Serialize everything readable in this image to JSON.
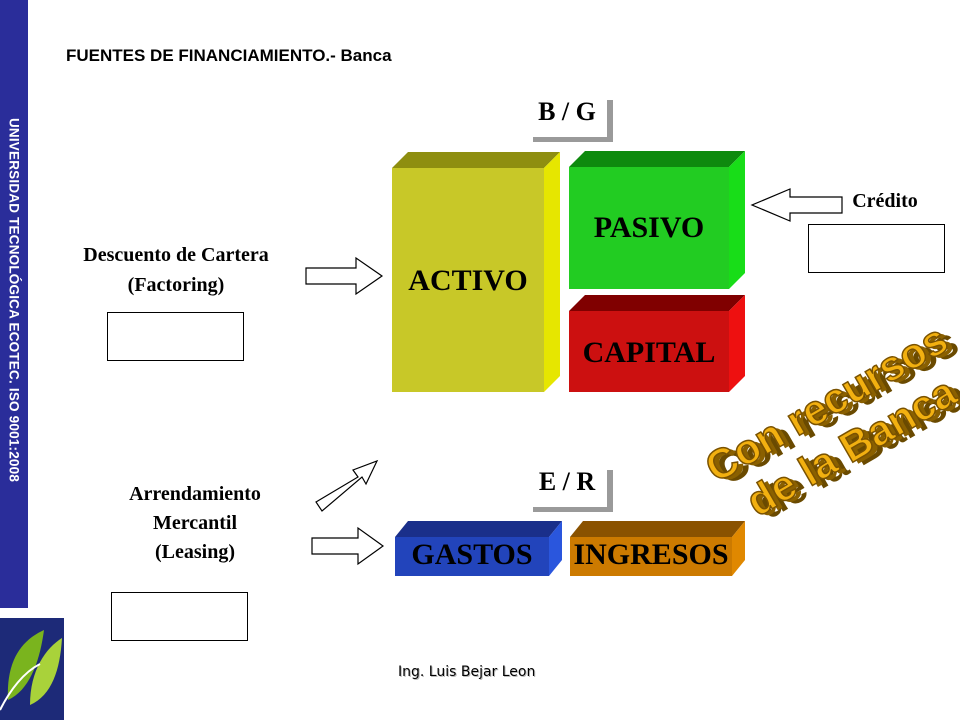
{
  "sidebar": {
    "text": "UNIVERSIDAD TECNOLÓGICA ECOTEC. ISO 9001:2008"
  },
  "title": "FUENTES DE FINANCIAMIENTO.- Banca",
  "balance_sheet": {
    "header": "B / G",
    "activo": "ACTIVO",
    "pasivo": "PASIVO",
    "capital": "CAPITAL"
  },
  "income_statement": {
    "header": "E / R",
    "gastos": "GASTOS",
    "ingresos": "INGRESOS"
  },
  "sources": {
    "factoring_line1": "Descuento de Cartera",
    "factoring_line2": "(Factoring)",
    "leasing_line1": "Arrendamiento",
    "leasing_line2": "Mercantil",
    "leasing_line3": "(Leasing)",
    "credito": "Crédito"
  },
  "stamp": {
    "line1": "Con recursos",
    "line2": "de la Banca"
  },
  "footer": "Ing. Luis Bejar Leon",
  "colors": {
    "sidebar": "#2a2d9a",
    "activo": "#c8c828",
    "pasivo": "#22cc22",
    "capital": "#cc1010",
    "gastos": "#2244bb",
    "ingresos": "#cc7a00",
    "stamp": "#e8a000"
  },
  "icons": [
    "leaf-logo-icon",
    "arrow-right-icon",
    "arrow-left-icon",
    "arrow-up-right-icon"
  ]
}
